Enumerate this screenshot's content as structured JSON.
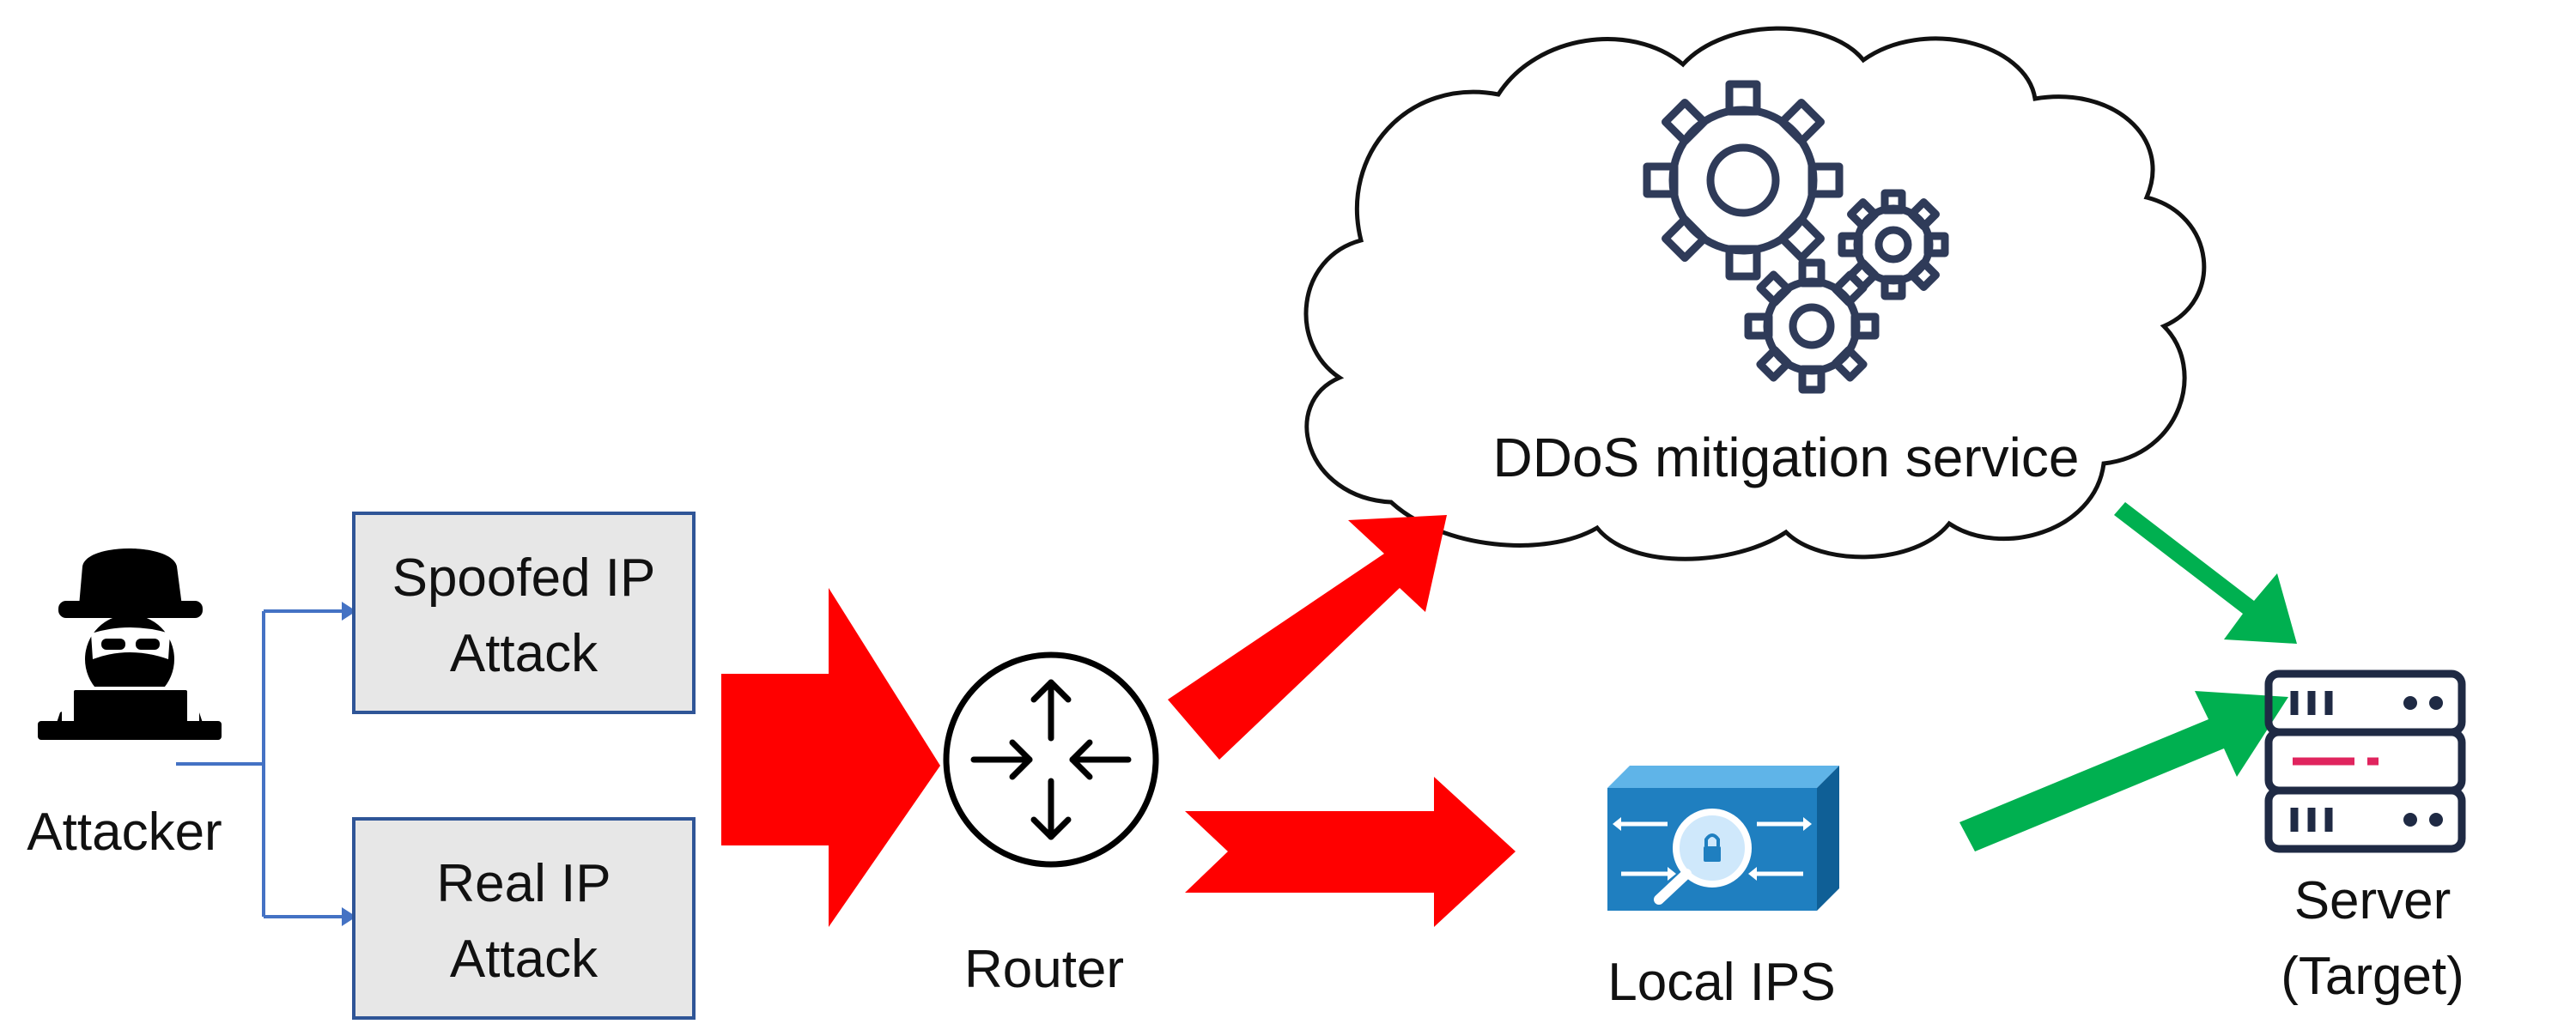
{
  "labels": {
    "attacker": "Attacker",
    "spoofed_line1": "Spoofed IP",
    "spoofed_line2": "Attack",
    "real_line1": "Real IP",
    "real_line2": "Attack",
    "router": "Router",
    "cloud_service": "DDoS mitigation service",
    "local_ips": "Local IPS",
    "server_line1": "Server",
    "server_line2": "(Target)"
  },
  "icons": {
    "attacker": "hacker-icon",
    "router": "router-icon",
    "gears": "gears-icon",
    "ips": "ips-appliance-icon",
    "server": "server-rack-icon"
  },
  "colors": {
    "attack_arrow": "#ff0000",
    "clean_arrow": "#00b050",
    "box_fill": "#e7e7e7",
    "box_border": "#2f5597",
    "connector": "#4472c4",
    "gear_stroke": "#2f3b59",
    "server_stroke": "#1f2a44",
    "server_accent": "#e0245e",
    "ips_face": "#1f7fc0",
    "ips_top": "#5fb4e8",
    "ips_side": "#0f5f96"
  }
}
